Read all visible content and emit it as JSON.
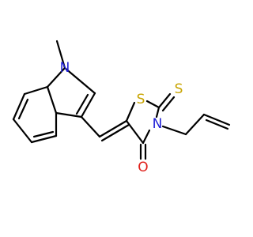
{
  "molecule": {
    "atoms": {
      "n_indole": {
        "symbol": "N",
        "color": "#1f1fd6"
      },
      "s_ring": {
        "symbol": "S",
        "color": "#c8a400"
      },
      "s_thione": {
        "symbol": "S",
        "color": "#c8a400"
      },
      "n_ring": {
        "symbol": "N",
        "color": "#1f1fd6"
      },
      "o_carbonyl": {
        "symbol": "O",
        "color": "#e0201b"
      }
    }
  }
}
